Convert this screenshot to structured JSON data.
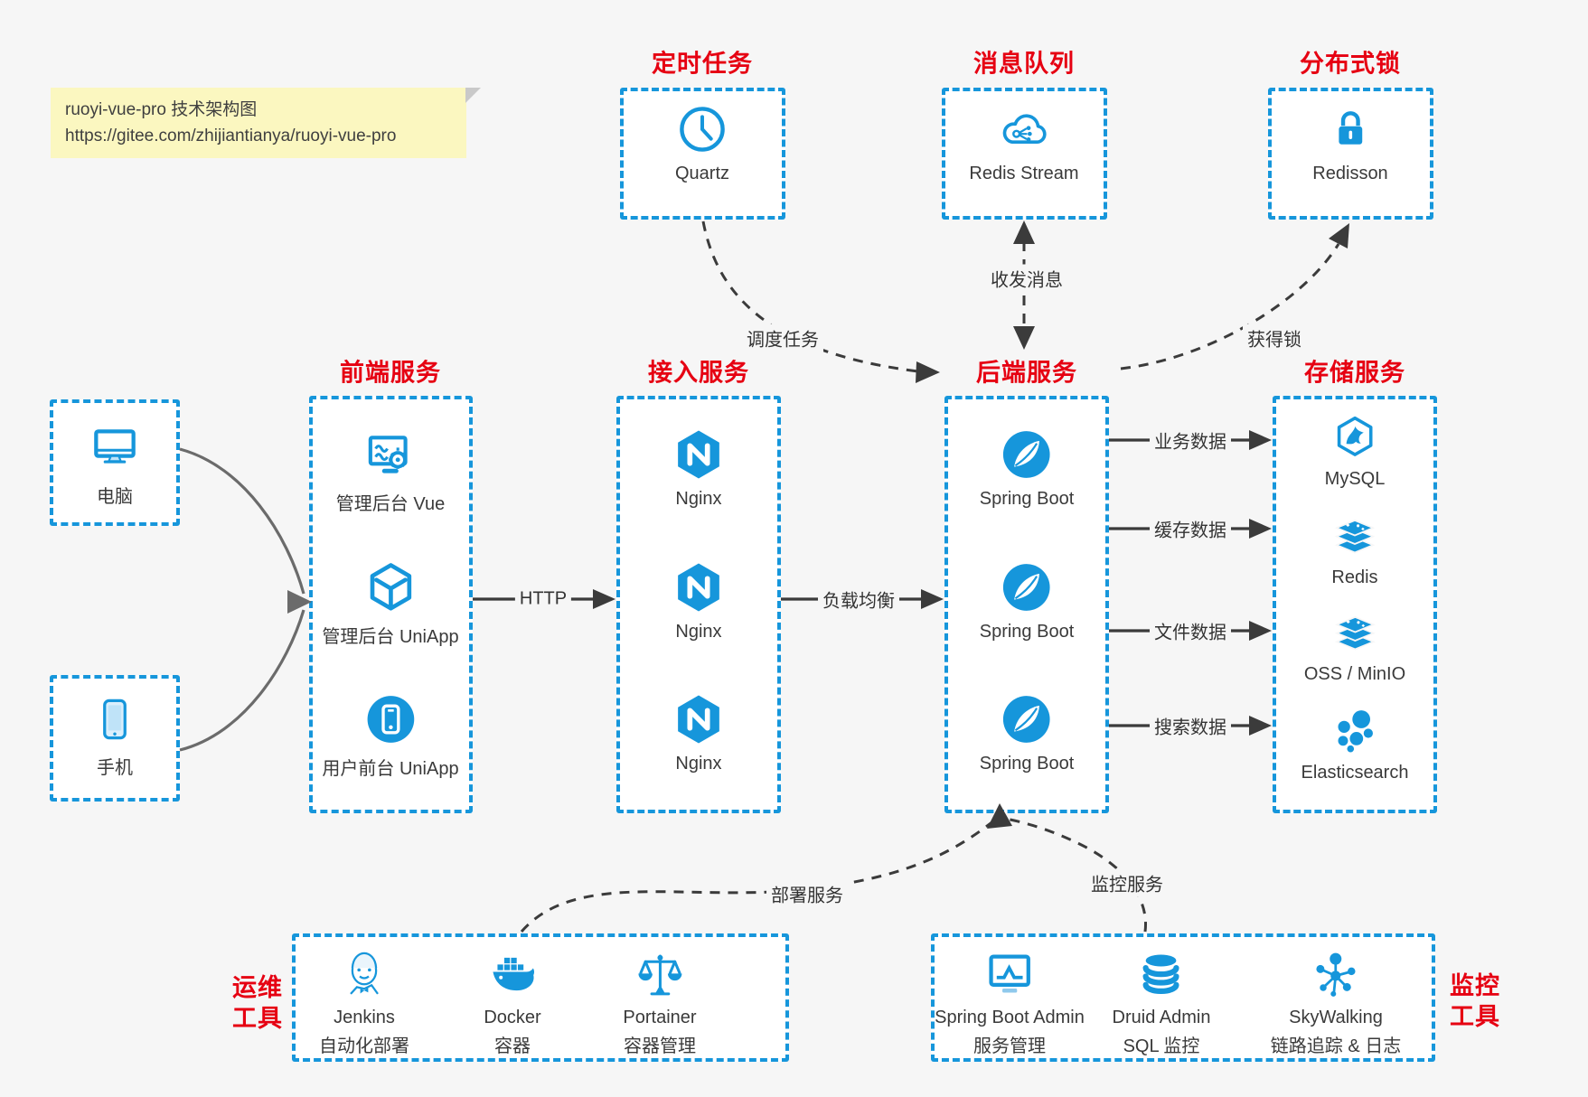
{
  "note": {
    "line1": "ruoyi-vue-pro 技术架构图",
    "line2": "https://gitee.com/zhijiantianya/ruoyi-vue-pro"
  },
  "colors": {
    "accent_blue": "#1696db",
    "title_red": "#e60012",
    "note_bg": "#fbf7c0",
    "arrow_dark": "#3b3b3b",
    "arrow_gray": "#6b6b6b",
    "box_bg": "#ffffff"
  },
  "top_groups": [
    {
      "title": "定时任务",
      "item": {
        "icon": "clock-icon",
        "label": "Quartz"
      }
    },
    {
      "title": "消息队列",
      "item": {
        "icon": "cloud-stream-icon",
        "label": "Redis Stream"
      }
    },
    {
      "title": "分布式锁",
      "item": {
        "icon": "lock-icon",
        "label": "Redisson"
      }
    }
  ],
  "clients": [
    {
      "icon": "desktop-icon",
      "label": "电脑"
    },
    {
      "icon": "phone-icon",
      "label": "手机"
    }
  ],
  "columns": [
    {
      "title": "前端服务",
      "items": [
        {
          "icon": "admin-vue-icon",
          "label": "管理后台 Vue"
        },
        {
          "icon": "uniapp-cube-icon",
          "label": "管理后台 UniApp"
        },
        {
          "icon": "user-app-icon",
          "label": "用户前台 UniApp"
        }
      ]
    },
    {
      "title": "接入服务",
      "items": [
        {
          "icon": "nginx-icon",
          "label": "Nginx"
        },
        {
          "icon": "nginx-icon",
          "label": "Nginx"
        },
        {
          "icon": "nginx-icon",
          "label": "Nginx"
        }
      ]
    },
    {
      "title": "后端服务",
      "items": [
        {
          "icon": "spring-boot-icon",
          "label": "Spring Boot"
        },
        {
          "icon": "spring-boot-icon",
          "label": "Spring Boot"
        },
        {
          "icon": "spring-boot-icon",
          "label": "Spring Boot"
        }
      ]
    },
    {
      "title": "存储服务",
      "items": [
        {
          "icon": "mysql-icon",
          "label": "MySQL"
        },
        {
          "icon": "redis-stack-icon",
          "label": "Redis"
        },
        {
          "icon": "redis-stack-icon",
          "label": "OSS / MinIO"
        },
        {
          "icon": "elasticsearch-icon",
          "label": "Elasticsearch"
        }
      ]
    }
  ],
  "edges": {
    "http": "HTTP",
    "load_balance": "负载均衡",
    "schedule": "调度任务",
    "message": "收发消息",
    "lock": "获得锁",
    "business_data": "业务数据",
    "cache_data": "缓存数据",
    "file_data": "文件数据",
    "search_data": "搜索数据",
    "deploy": "部署服务",
    "monitor": "监控服务"
  },
  "bottom_groups": [
    {
      "title_line1": "运维",
      "title_line2": "工具",
      "items": [
        {
          "icon": "jenkins-icon",
          "label": "Jenkins",
          "sublabel": "自动化部署"
        },
        {
          "icon": "docker-icon",
          "label": "Docker",
          "sublabel": "容器"
        },
        {
          "icon": "portainer-icon",
          "label": "Portainer",
          "sublabel": "容器管理"
        }
      ]
    },
    {
      "title_line1": "监控",
      "title_line2": "工具",
      "items": [
        {
          "icon": "spring-boot-admin-icon",
          "label": "Spring Boot Admin",
          "sublabel": "服务管理"
        },
        {
          "icon": "druid-icon",
          "label": "Druid Admin",
          "sublabel": "SQL 监控"
        },
        {
          "icon": "skywalking-icon",
          "label": "SkyWalking",
          "sublabel": "链路追踪 & 日志"
        }
      ]
    }
  ]
}
